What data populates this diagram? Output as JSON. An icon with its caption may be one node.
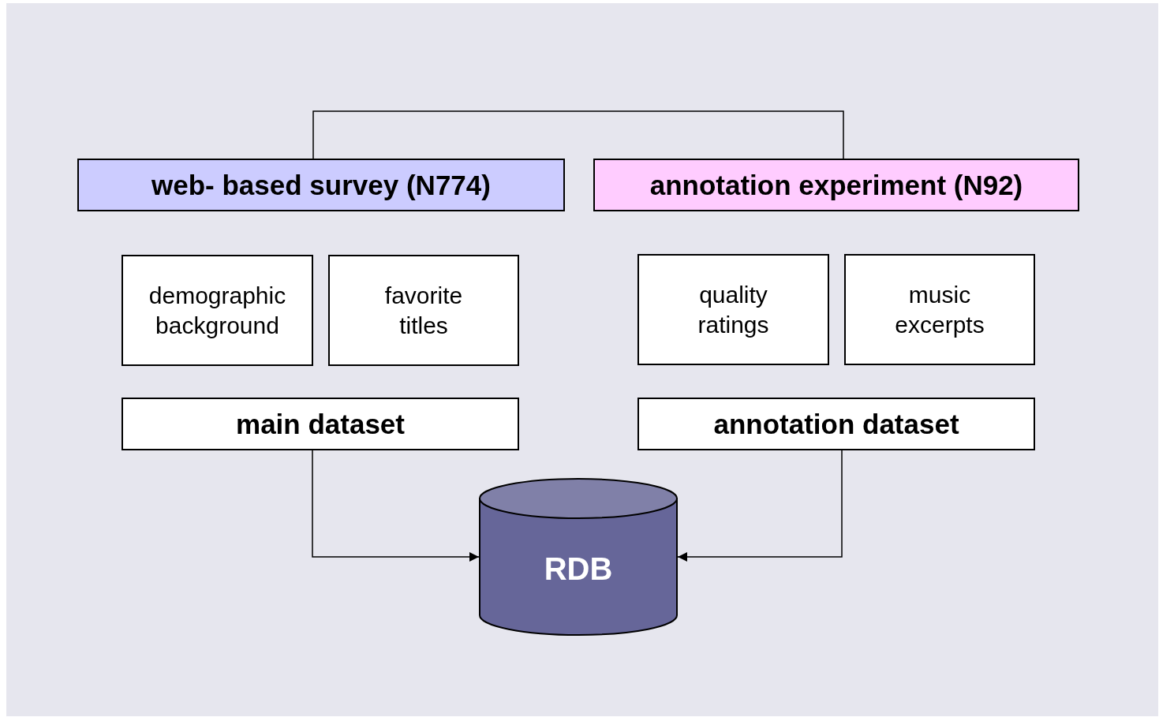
{
  "diagram": {
    "nodes": [
      {
        "text": [
          "web- based survey (N774)"
        ]
      },
      {
        "text": [
          "annotation experiment (N92)"
        ]
      },
      {
        "text": [
          "demographic background"
        ]
      },
      {
        "text": [
          "favorite titles"
        ]
      },
      {
        "text": [
          "quality ratings"
        ]
      },
      {
        "text": [
          "music excerpts"
        ]
      },
      {
        "text": [
          "main dataset"
        ]
      },
      {
        "text": [
          "annotation dataset"
        ]
      },
      {
        "text": [
          "RDB"
        ]
      }
    ],
    "edges": [
      {
        "from": 0,
        "to": 1,
        "arrow": "none"
      },
      {
        "from": 6,
        "to": 8,
        "arrow": "to"
      },
      {
        "from": 7,
        "to": 8,
        "arrow": "to"
      }
    ]
  }
}
